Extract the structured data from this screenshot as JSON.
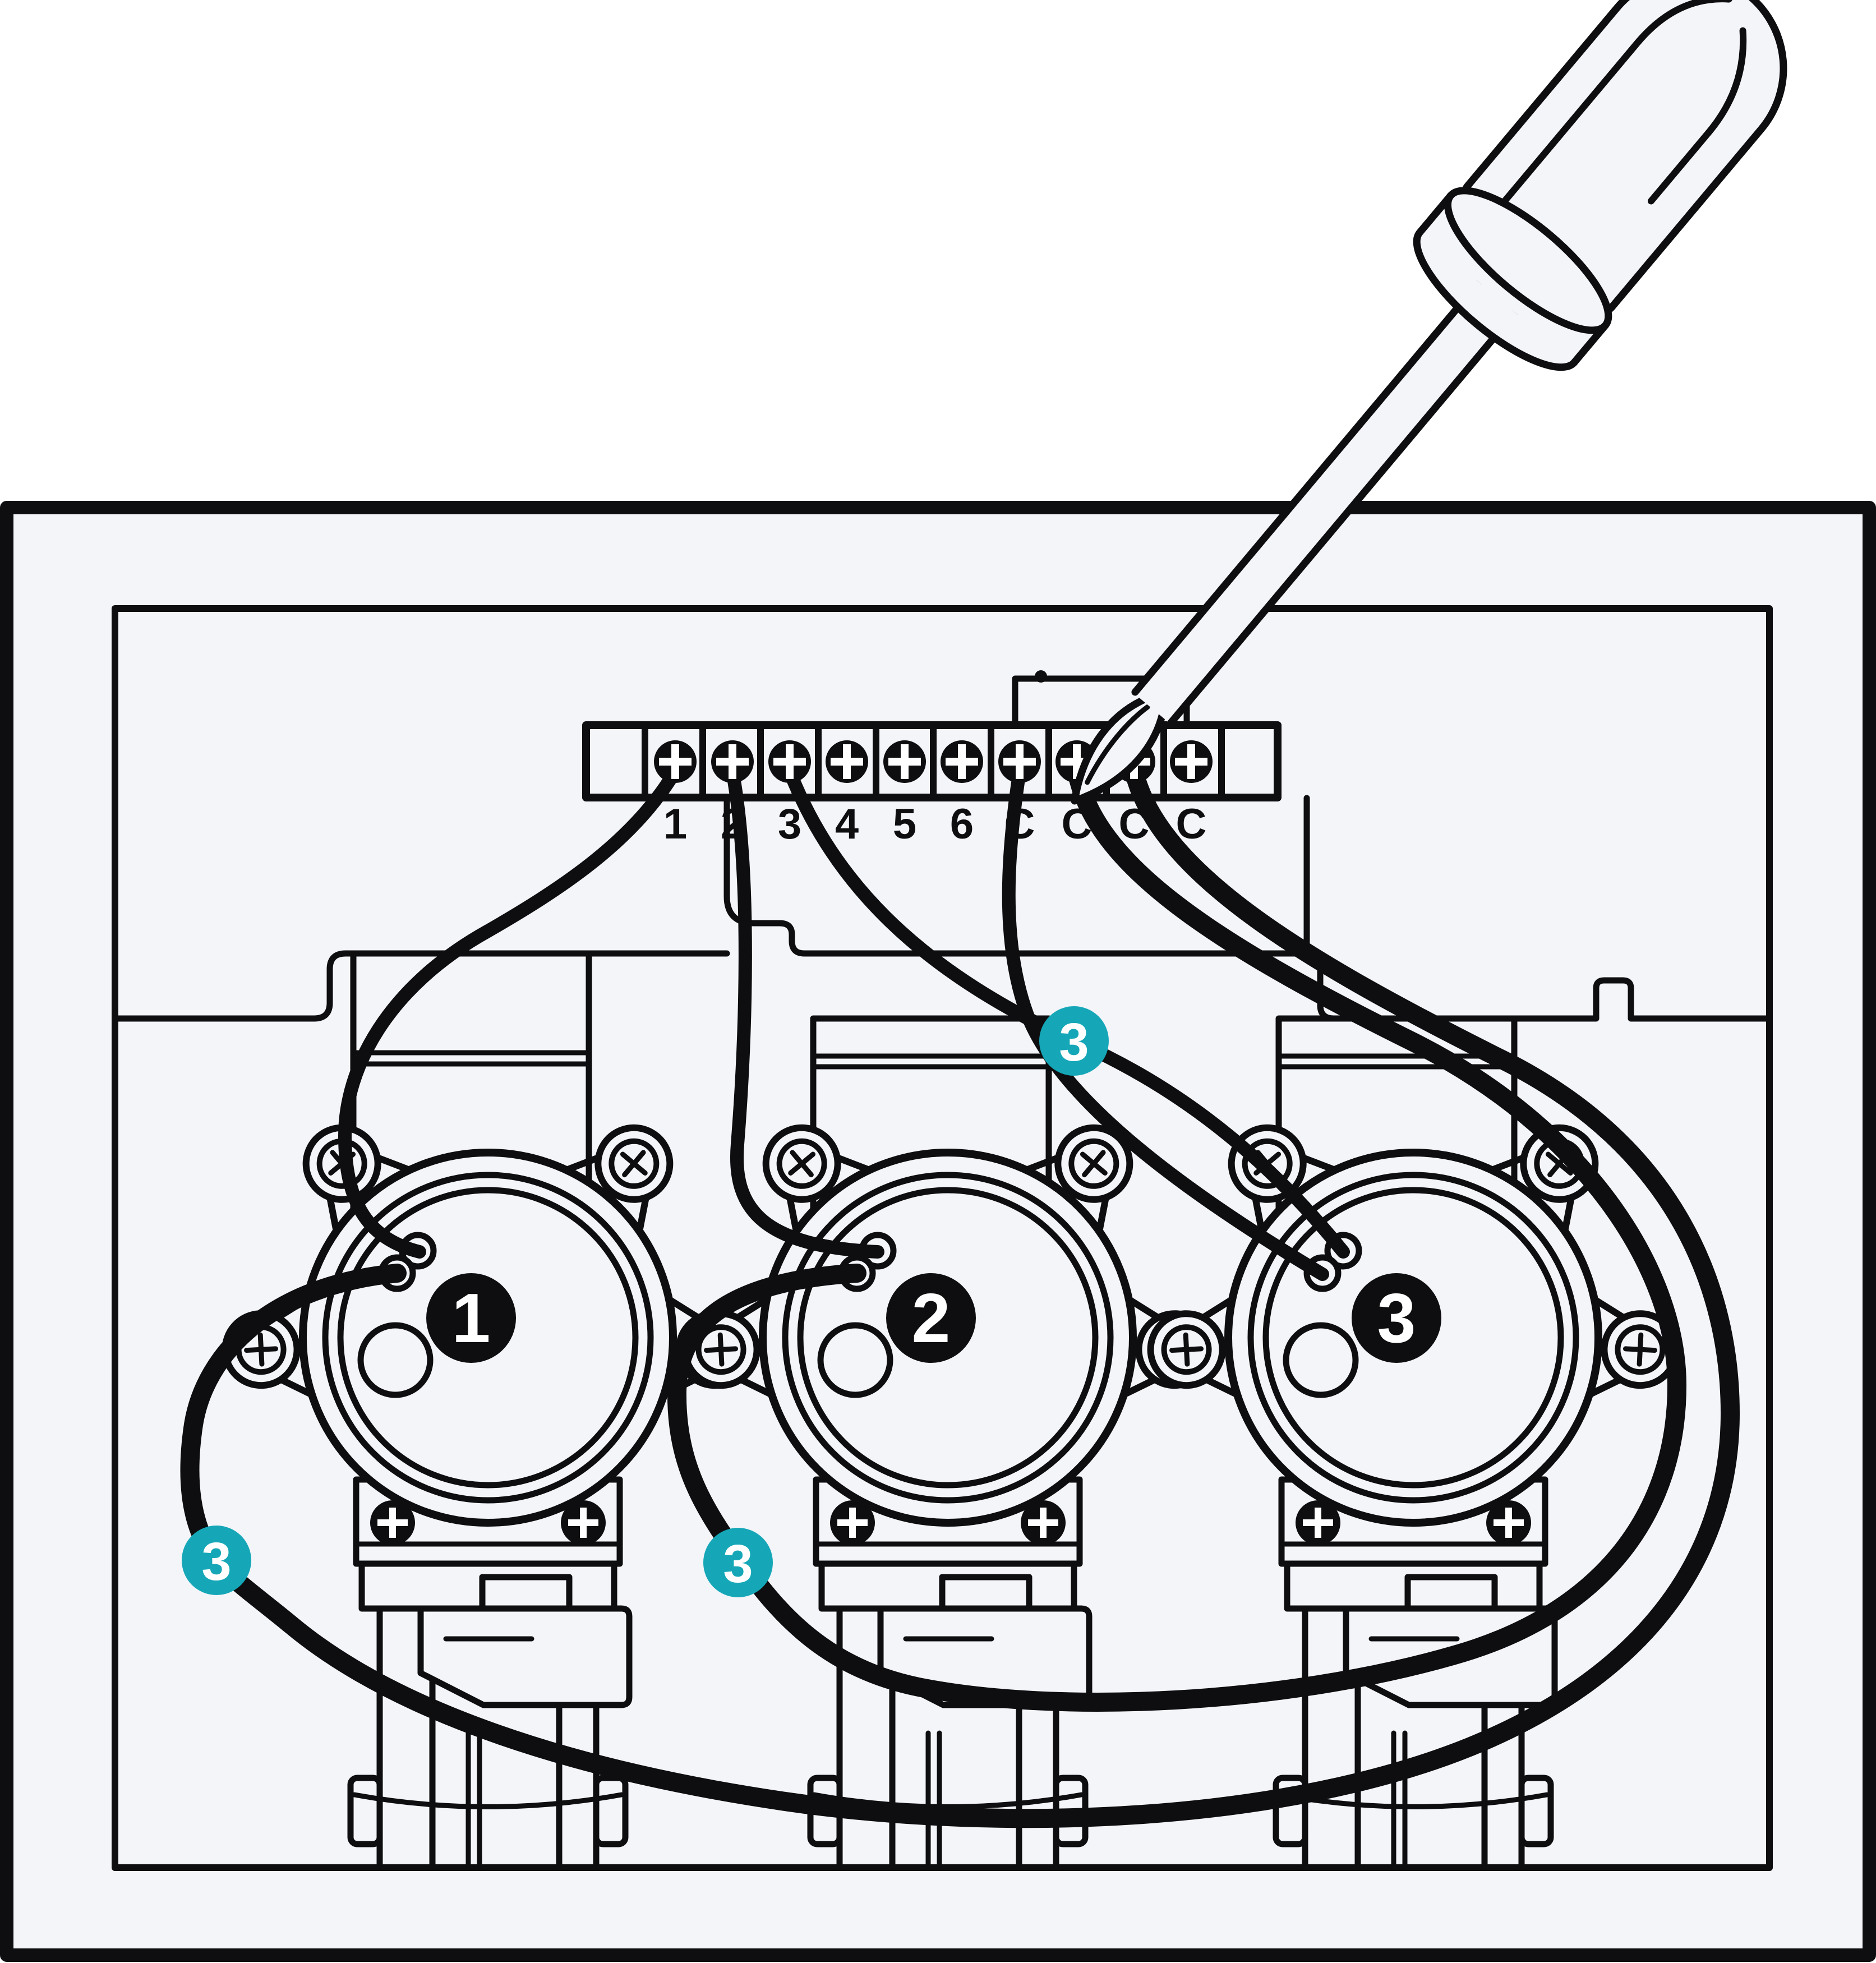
{
  "colors": {
    "background": "#ffffff",
    "panel_fill": "#f3f5f9",
    "line": "#0e0e10",
    "badge_fill": "#15a7b7",
    "badge_text": "#ffffff",
    "screw_cross": "#ffffff"
  },
  "terminal_strip": {
    "labels": [
      "1",
      "2",
      "3",
      "4",
      "5",
      "6",
      "C",
      "C",
      "C",
      "C"
    ]
  },
  "valves": [
    {
      "number": "1"
    },
    {
      "number": "2"
    },
    {
      "number": "3"
    }
  ],
  "step_badges": [
    {
      "label": "3"
    },
    {
      "label": "3"
    },
    {
      "label": "3"
    }
  ],
  "tool": {
    "name": "screwdriver"
  }
}
